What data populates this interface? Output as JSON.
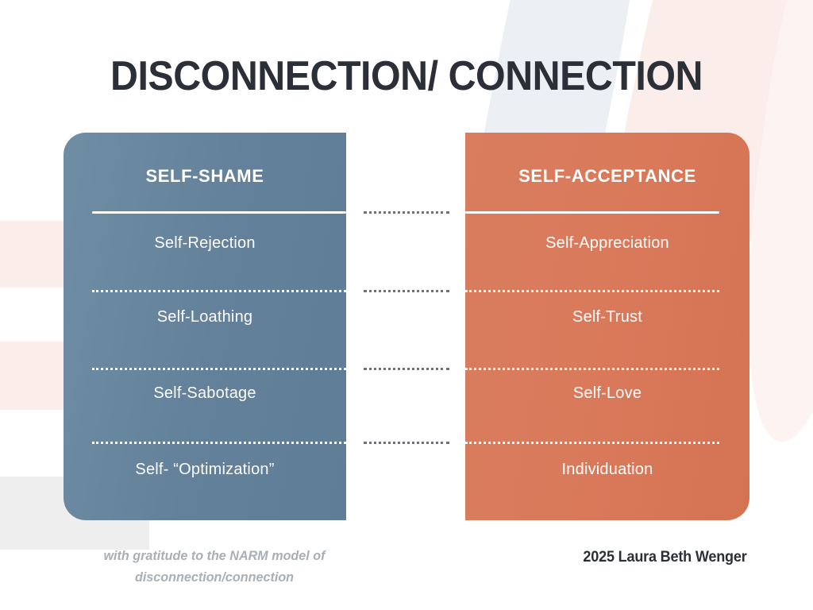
{
  "title": "DISCONNECTION/ CONNECTION",
  "colors": {
    "left_panel": "#63819a",
    "right_panel": "#d9795a",
    "title_text": "#2b2f38",
    "panel_text": "#ffffff",
    "credit_text": "#a8b0b6",
    "gap_dots": "#6e727a",
    "background": "#ffffff",
    "band_pink": "#fbeeea",
    "band_gray": "#eeeeee",
    "band_blue": "#eceff3"
  },
  "diagram": {
    "type": "two-column-comparison",
    "left": {
      "heading": "SELF-SHAME",
      "items": [
        "Self-Rejection",
        "Self-Loathing",
        "Self-Sabotage",
        "Self- “Optimization”"
      ]
    },
    "right": {
      "heading": "SELF-ACCEPTANCE",
      "items": [
        "Self-Appreciation",
        "Self-Trust",
        "Self-Love",
        "Individuation"
      ]
    }
  },
  "footer": {
    "credit_line_1": "with gratitude to the NARM model of",
    "credit_line_2": "disconnection/connection",
    "copyright": "2025 Laura Beth Wenger"
  }
}
